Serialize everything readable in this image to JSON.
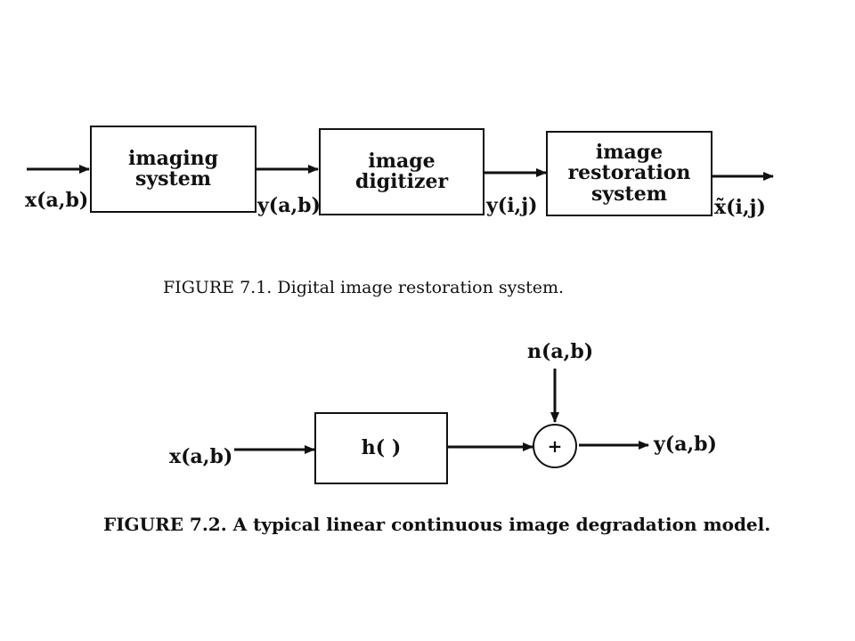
{
  "figure1": {
    "input_label": "x(a,b)",
    "box1_line1": "imaging",
    "box1_line2": "system",
    "signal1": "y(a,b)",
    "box2_line1": "image",
    "box2_line2": "digitizer",
    "signal2": "y(i,j)",
    "box3_line1": "image",
    "box3_line2": "restoration",
    "box3_line3": "system",
    "output_label": "x̃(i,j)",
    "caption": "FIGURE 7.1. Digital image restoration system."
  },
  "figure2": {
    "input_label": "x(a,b)",
    "filter_label": "h( )",
    "noise_label": "n(a,b)",
    "sum_symbol": "+",
    "output_label": "y(a,b)",
    "caption": "FIGURE 7.2. A typical linear continuous image degradation model."
  }
}
